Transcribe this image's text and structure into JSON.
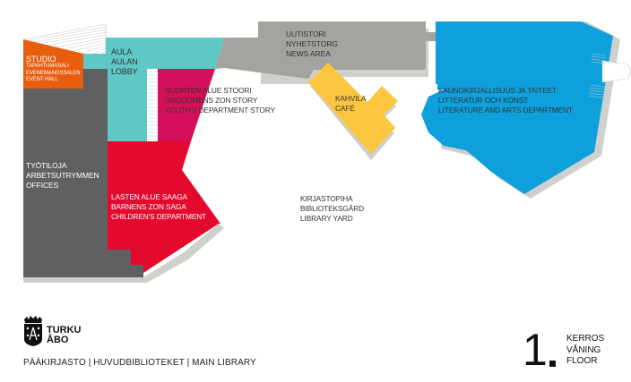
{
  "map": {
    "colors": {
      "studio": "#e85e0e",
      "offices": "#5f6062",
      "lobby": "#5ec8c6",
      "youth": "#d5105a",
      "children": "#e40a2d",
      "news": "#a3a39f",
      "cafe": "#fcc73e",
      "literature": "#0ea0dc",
      "shadow": "#cfcfcc"
    },
    "rooms": {
      "studio": {
        "lines": [
          "STUDIO",
          "TAPAHTUMASALI",
          "EVENEMANGSSALEN",
          "EVENT HALL"
        ]
      },
      "lobby": {
        "lines": [
          "AULA",
          "AULAN",
          "LOBBY"
        ]
      },
      "youth": {
        "lines": [
          "NUORTEN ALUE STOORI",
          "UNGDOMENS ZON STORY",
          "YOUTH'S DEPARTMENT STORY"
        ]
      },
      "news": {
        "lines": [
          "UUTISTORI",
          "NYHETSTORG",
          "NEWS AREA"
        ]
      },
      "cafe": {
        "lines": [
          "KAHVILA",
          "CAFÉ"
        ]
      },
      "literature": {
        "lines": [
          "KAUNOKIRJALLISUUS JA TAITEET",
          "LITTERATUR OCH KONST",
          "LITERATURE AND ARTS DEPARTMENT"
        ]
      },
      "offices": {
        "lines": [
          "TYÖTILOJA",
          "ARBETSUTRYMMEN",
          "OFFICES"
        ]
      },
      "children": {
        "lines": [
          "LASTEN ALUE SAAGA",
          "BARNENS ZON SAGA",
          "CHILDREN'S DEPARTMENT"
        ]
      },
      "yard": {
        "lines": [
          "KIRJASTOPIHA",
          "BIBLIOTEKSGÅRD",
          "LIBRARY YARD"
        ]
      }
    }
  },
  "footer": {
    "logo_icon": "turku-coat-of-arms-icon",
    "brand_lines": [
      "TURKU",
      "ÅBO"
    ],
    "subtitle": "PÄÄKIRJASTO | HUVUDBIBLIOTEKET | MAIN LIBRARY",
    "floor": {
      "number": "1",
      "words": [
        "KERROS",
        "VÅNING",
        "FLOOR"
      ]
    }
  }
}
